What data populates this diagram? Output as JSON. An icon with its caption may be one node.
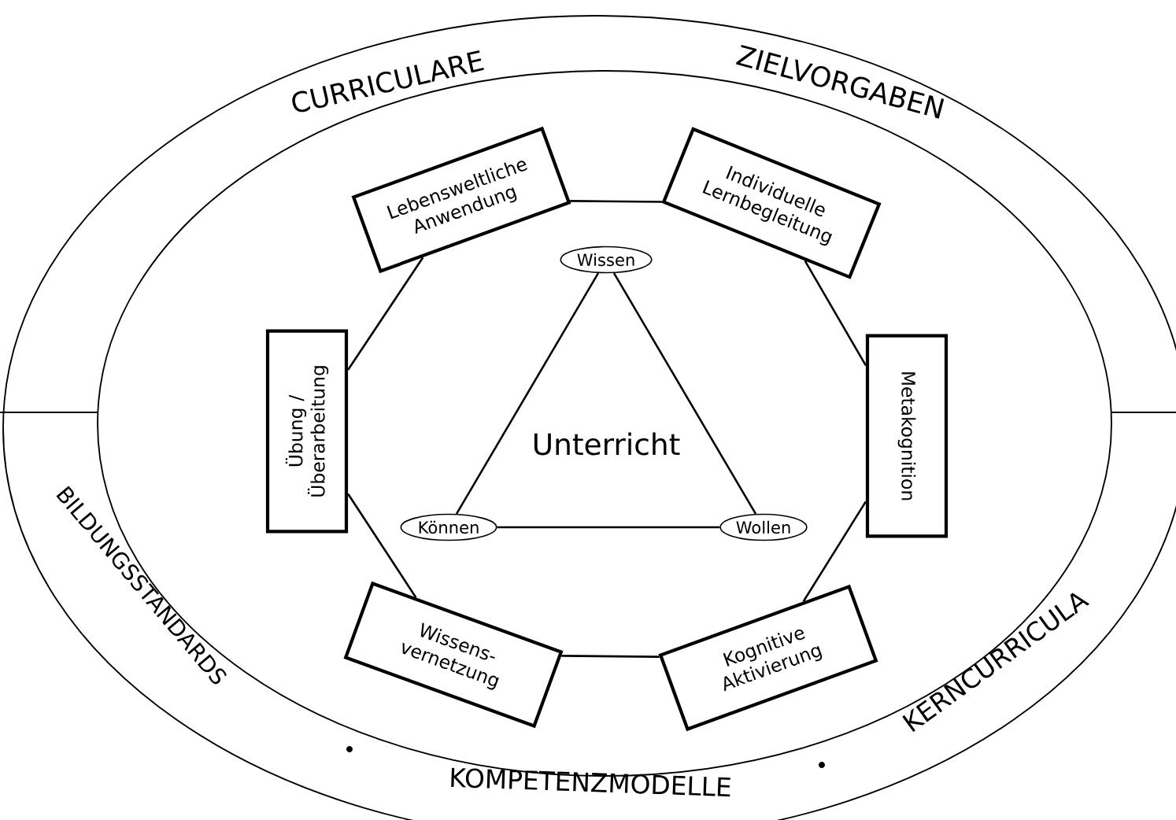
{
  "diagram": {
    "nodes": [
      {
        "text": [
          "Wissen"
        ]
      },
      {
        "text": [
          "Können"
        ]
      },
      {
        "text": [
          "Wollen"
        ]
      },
      {
        "text": [
          "Lebensweltliche Anwendung"
        ]
      },
      {
        "text": [
          "Individuelle Lernbegleitung"
        ]
      },
      {
        "text": [
          "Metakognition"
        ]
      },
      {
        "text": [
          "Kognitive Aktivierung"
        ]
      },
      {
        "text": [
          "Wissens- vernetzung"
        ]
      },
      {
        "text": [
          "Übung / Überarbeitung"
        ]
      }
    ],
    "edges": [
      {
        "from": 0,
        "to": 1,
        "arrow": "none"
      },
      {
        "from": 0,
        "to": 2,
        "arrow": "none"
      },
      {
        "from": 1,
        "to": 2,
        "arrow": "none"
      },
      {
        "from": 3,
        "to": 4,
        "arrow": "none"
      },
      {
        "from": 4,
        "to": 5,
        "arrow": "none"
      },
      {
        "from": 5,
        "to": 6,
        "arrow": "none"
      },
      {
        "from": 6,
        "to": 7,
        "arrow": "none"
      },
      {
        "from": 7,
        "to": 8,
        "arrow": "none"
      },
      {
        "from": 8,
        "to": 3,
        "arrow": "none"
      }
    ],
    "labels": [
      "CURRICULARE",
      "ZIELVORGABEN",
      "Unterricht",
      "BILDUNGSSTANDARDS",
      "KOMPETENZMODELLE",
      "KERNCURRICULA"
    ]
  }
}
